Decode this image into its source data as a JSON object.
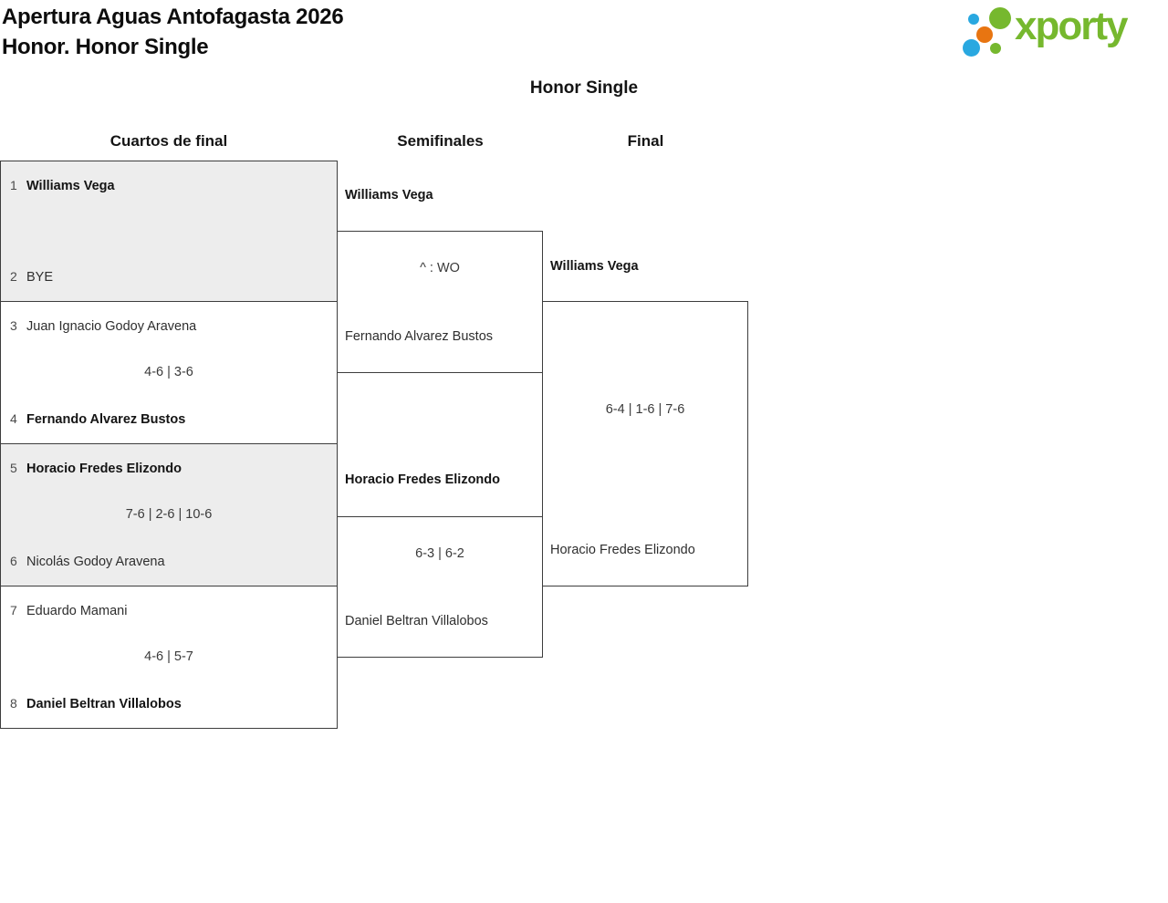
{
  "header": {
    "title_line1": "Apertura Aguas Antofagasta 2026",
    "title_line2": "Honor. Honor Single",
    "logo": {
      "wordmark": "xporty",
      "green": "#76b82e",
      "blue": "#29a8e0",
      "orange": "#e87511"
    }
  },
  "bracket": {
    "title": "Honor Single",
    "rounds": [
      {
        "label": "Cuartos de final"
      },
      {
        "label": "Semifinales"
      },
      {
        "label": "Final"
      }
    ],
    "quarterfinals": [
      {
        "p1_seed": "1",
        "p1_name": "Williams Vega",
        "score": "",
        "p2_seed": "2",
        "p2_name": "BYE",
        "winner": "p1"
      },
      {
        "p1_seed": "3",
        "p1_name": "Juan Ignacio Godoy Aravena",
        "score": "4-6 | 3-6",
        "p2_seed": "4",
        "p2_name": "Fernando Alvarez Bustos",
        "winner": "p2"
      },
      {
        "p1_seed": "5",
        "p1_name": "Horacio Fredes Elizondo",
        "score": "7-6 | 2-6 | 10-6",
        "p2_seed": "6",
        "p2_name": "Nicolás Godoy Aravena",
        "winner": "p1"
      },
      {
        "p1_seed": "7",
        "p1_name": "Eduardo Mamani",
        "score": "4-6 | 5-7",
        "p2_seed": "8",
        "p2_name": "Daniel Beltran Villalobos",
        "winner": "p2"
      }
    ],
    "semifinals": [
      {
        "p1_name": "Williams Vega",
        "score": "^ : WO",
        "p2_name": "Fernando Alvarez Bustos",
        "winner": "p1"
      },
      {
        "p1_name": "Horacio Fredes Elizondo",
        "score": "6-3 | 6-2",
        "p2_name": "Daniel Beltran Villalobos",
        "winner": "p1"
      }
    ],
    "final": {
      "p1_name": "Williams Vega",
      "score": "6-4 | 1-6 | 7-6",
      "p2_name": "Horacio Fredes Elizondo",
      "winner": "p1"
    }
  },
  "colors": {
    "box_fill_alt": "#ededed",
    "box_border": "#3d3d3d"
  }
}
